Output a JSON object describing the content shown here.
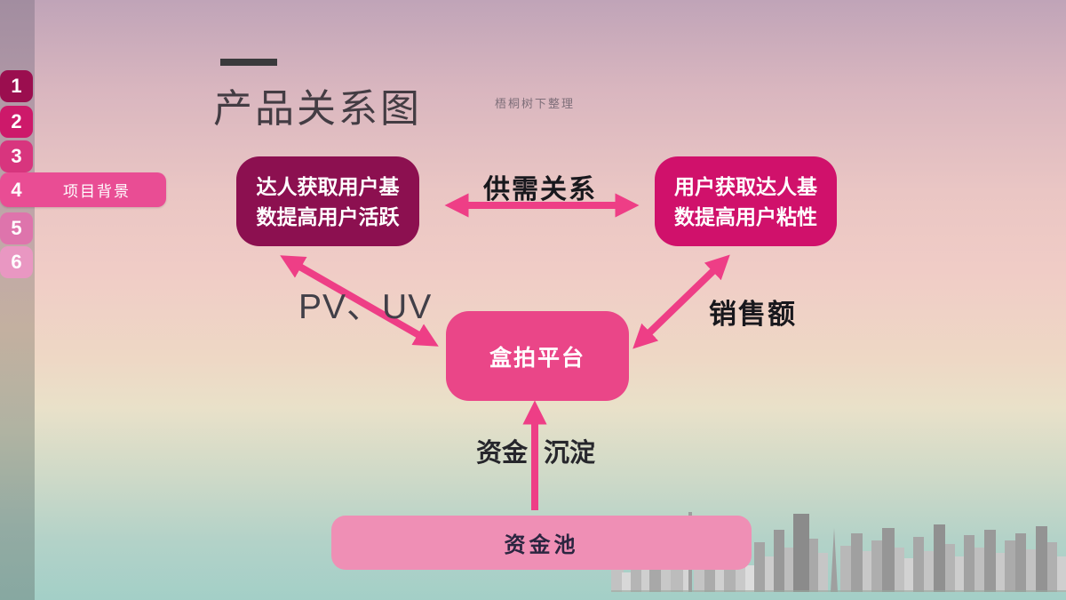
{
  "slide": {
    "title": "产品关系图",
    "watermark": "梧桐树下整理"
  },
  "sidebar": {
    "items": [
      {
        "number": "1",
        "color": "#9b0e4f"
      },
      {
        "number": "2",
        "color": "#cd196a"
      },
      {
        "number": "3",
        "color": "#d8357e"
      },
      {
        "number": "4",
        "color": "#e94d94",
        "label": "项目背景"
      },
      {
        "number": "5",
        "color": "#de74ac"
      },
      {
        "number": "6",
        "color": "#e997c2"
      }
    ]
  },
  "diagram": {
    "node_talent": {
      "line1": "达人获取用户基",
      "line2": "数提高用户活跃",
      "color": "#8c1050"
    },
    "node_user": {
      "line1": "用户获取达人基",
      "line2": "数提高用户粘性",
      "color": "#d0116b"
    },
    "node_platform": {
      "label": "盒拍平台",
      "color": "#ea4688"
    },
    "node_pool": {
      "label": "资金池",
      "color": "#ef8fb5"
    },
    "edge_supply_demand": {
      "label": "供需关系"
    },
    "edge_pv_uv": {
      "label": "PV、UV"
    },
    "edge_sales": {
      "label": "销售额"
    },
    "edge_funds": {
      "label_left": "资金",
      "label_right": "沉淀"
    },
    "arrow_color": "#ee3e86"
  }
}
